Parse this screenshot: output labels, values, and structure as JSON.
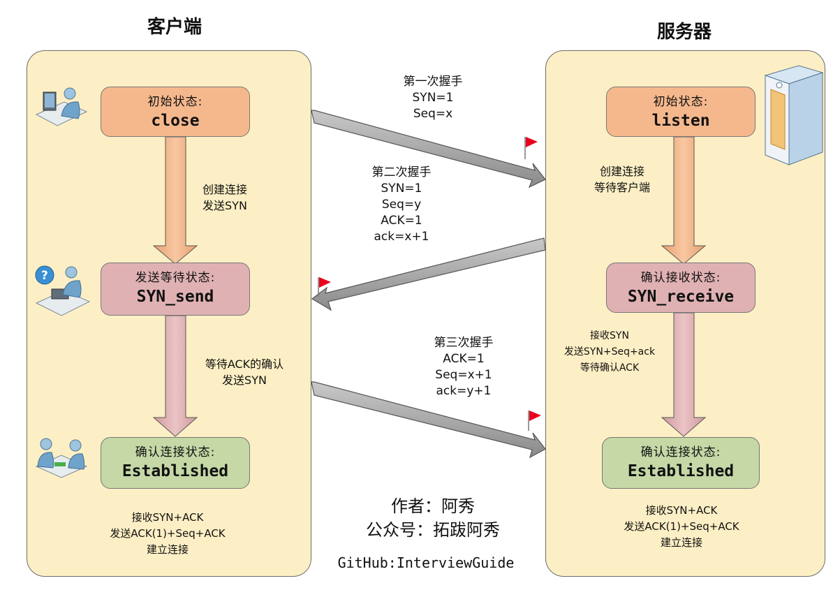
{
  "client": {
    "title": "客户端",
    "state_initial": {
      "label": "初始状态:",
      "value": "close"
    },
    "transition_1": "创建连接\n发送SYN",
    "state_send": {
      "label": "发送等待状态:",
      "value": "SYN_send"
    },
    "transition_2": "等待ACK的确认\n发送SYN",
    "state_established": {
      "label": "确认连接状态:",
      "value": "Established"
    },
    "footer": "接收SYN+ACK\n发送ACK(1)+Seq+ACK\n建立连接"
  },
  "server": {
    "title": "服务器",
    "state_initial": {
      "label": "初始状态:",
      "value": "listen"
    },
    "transition_1": "创建连接\n等待客户端",
    "state_receive": {
      "label": "确认接收状态:",
      "value": "SYN_receive"
    },
    "transition_2": "接收SYN\n发送SYN+Seq+ack\n等待确认ACK",
    "state_established": {
      "label": "确认连接状态:",
      "value": "Established"
    },
    "footer": "接收SYN+ACK\n发送ACK(1)+Seq+ACK\n建立连接"
  },
  "handshakes": [
    {
      "text": "第一次握手\nSYN=1\nSeq=x"
    },
    {
      "text": "第二次握手\nSYN=1\nSeq=y\nACK=1\nack=x+1"
    },
    {
      "text": "第三次握手\nACK=1\nSeq=x+1\nack=y+1"
    }
  ],
  "credits": {
    "author": "作者：阿秀",
    "account": "公众号：拓跋阿秀",
    "github": "GitHub:InterviewGuide"
  },
  "colors": {
    "panel": "#fdefc5",
    "state_initial": "#f5b88d",
    "state_wait": "#e0b1b3",
    "state_established": "#c5d8a6",
    "arrow_gray": "#9a9a9a",
    "flag_red": "#e8001c"
  }
}
